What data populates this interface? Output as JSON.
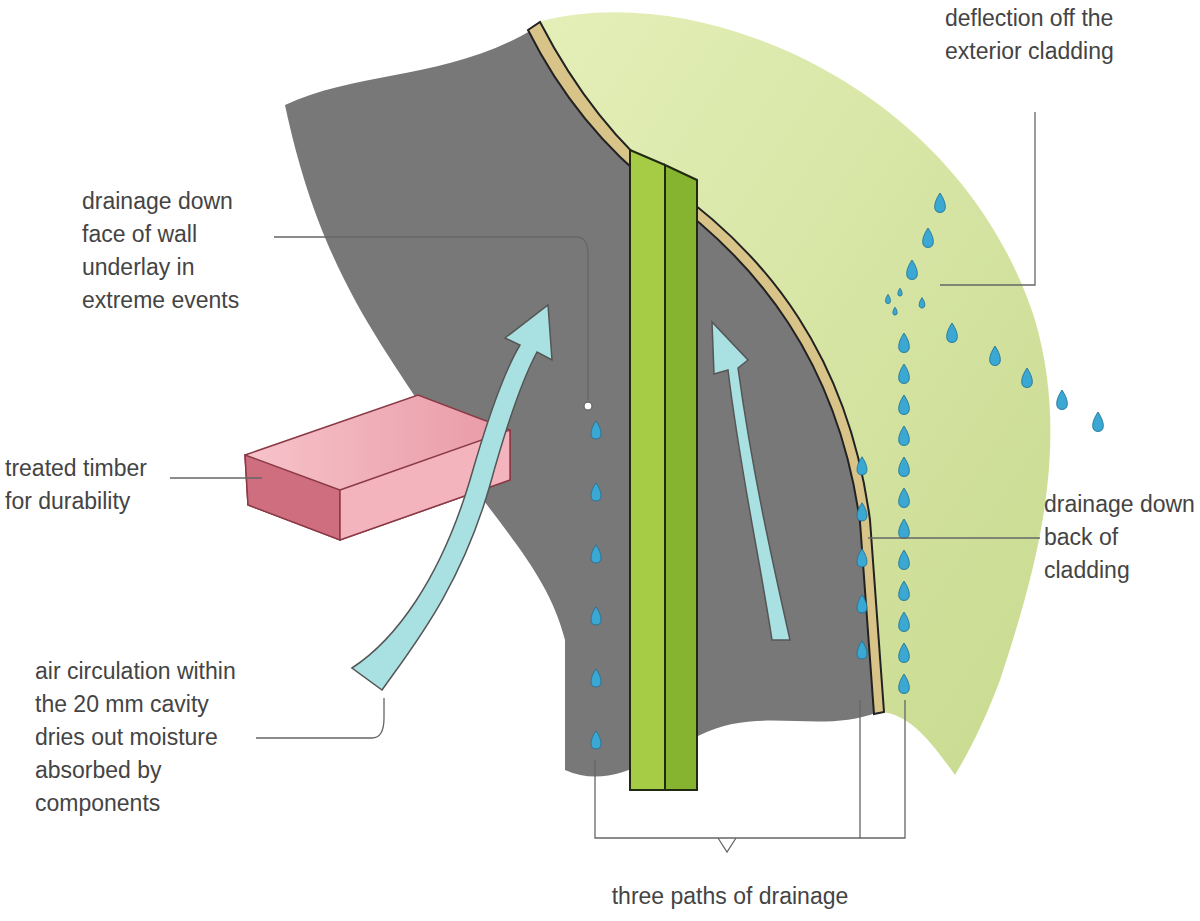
{
  "diagram": {
    "labels": [
      "deflection off the exterior cladding",
      "drainage down face of wall underlay in extreme events",
      "treated timber for durability",
      "drainage down back of cladding",
      "air circulation within the 20 mm cavity dries out moisture absorbed by components",
      "three paths of drainage"
    ]
  }
}
